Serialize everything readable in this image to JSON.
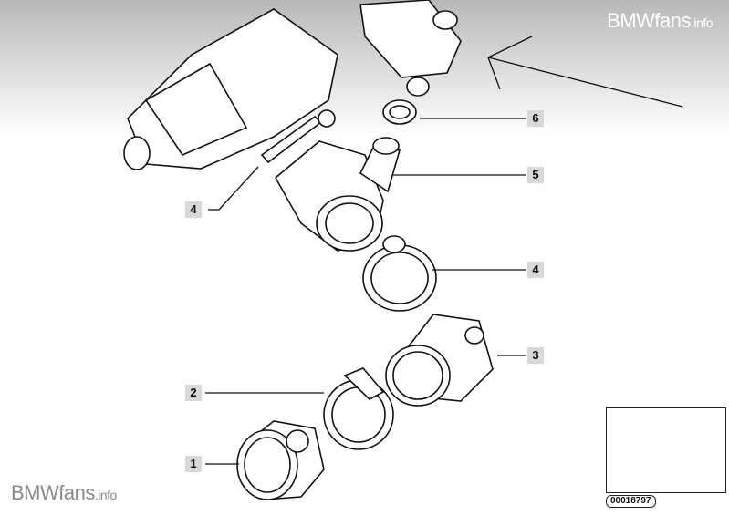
{
  "watermark_top": {
    "main": "BMWfans",
    "suffix": ".info"
  },
  "watermark_bottom": {
    "main": "BMWfans",
    "suffix": ".info"
  },
  "callouts": [
    {
      "id": "6",
      "label": "6"
    },
    {
      "id": "5",
      "label": "5"
    },
    {
      "id": "4a",
      "label": "4"
    },
    {
      "id": "4b",
      "label": "4"
    },
    {
      "id": "3",
      "label": "3"
    },
    {
      "id": "2",
      "label": "2"
    },
    {
      "id": "1",
      "label": "1"
    }
  ],
  "inset": {
    "reference_number": "00018797"
  },
  "colors": {
    "callout_bg": "#d8d8d8",
    "line": "#111111",
    "fade": "#b8b8b8"
  }
}
